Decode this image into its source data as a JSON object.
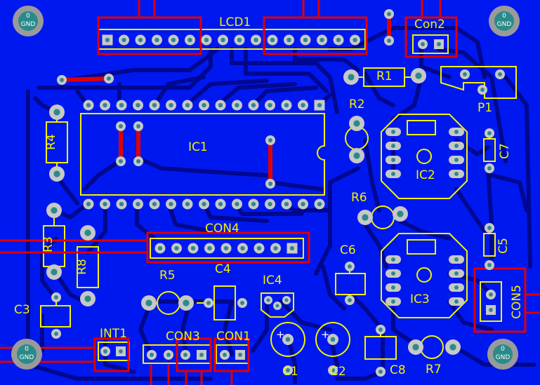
{
  "colors": {
    "board": "#0018f0",
    "trace": "#000890",
    "silkscreen": "#f2f200",
    "pad": "#c8c8c8",
    "drill": "#2a8a8a",
    "jumper": "#e00000",
    "highlight": "#e00000",
    "mount": "#9a9a9a"
  },
  "mounting_holes": [
    {
      "id": "mh-top-left",
      "num": "0",
      "label": "GND"
    },
    {
      "id": "mh-top-right",
      "num": "0",
      "label": "GND"
    },
    {
      "id": "mh-bottom-left",
      "num": "0",
      "label": "GND"
    },
    {
      "id": "mh-bottom-right",
      "num": "0",
      "label": "GND"
    }
  ],
  "components": {
    "lcd": "LCD1",
    "con2": "Con2",
    "r1": "R1",
    "p1": "P1",
    "r2": "R2",
    "r4": "R4",
    "ic1": "IC1",
    "ic2": "IC2",
    "c7": "C7",
    "r6": "R6",
    "con4": "CON4",
    "r3": "R3",
    "r8": "R8",
    "c4": "C4",
    "r5": "R5",
    "ic4": "IC4",
    "c6": "C6",
    "c5": "C5",
    "ic3": "IC3",
    "con5": "CON5",
    "c3": "C3",
    "int1": "INT1",
    "con3": "CON3",
    "con1": "CON1",
    "c1": "C1",
    "c2": "C2",
    "c8": "C8",
    "r7": "R7",
    "c1_pol": "+",
    "c2_pol": "+"
  }
}
